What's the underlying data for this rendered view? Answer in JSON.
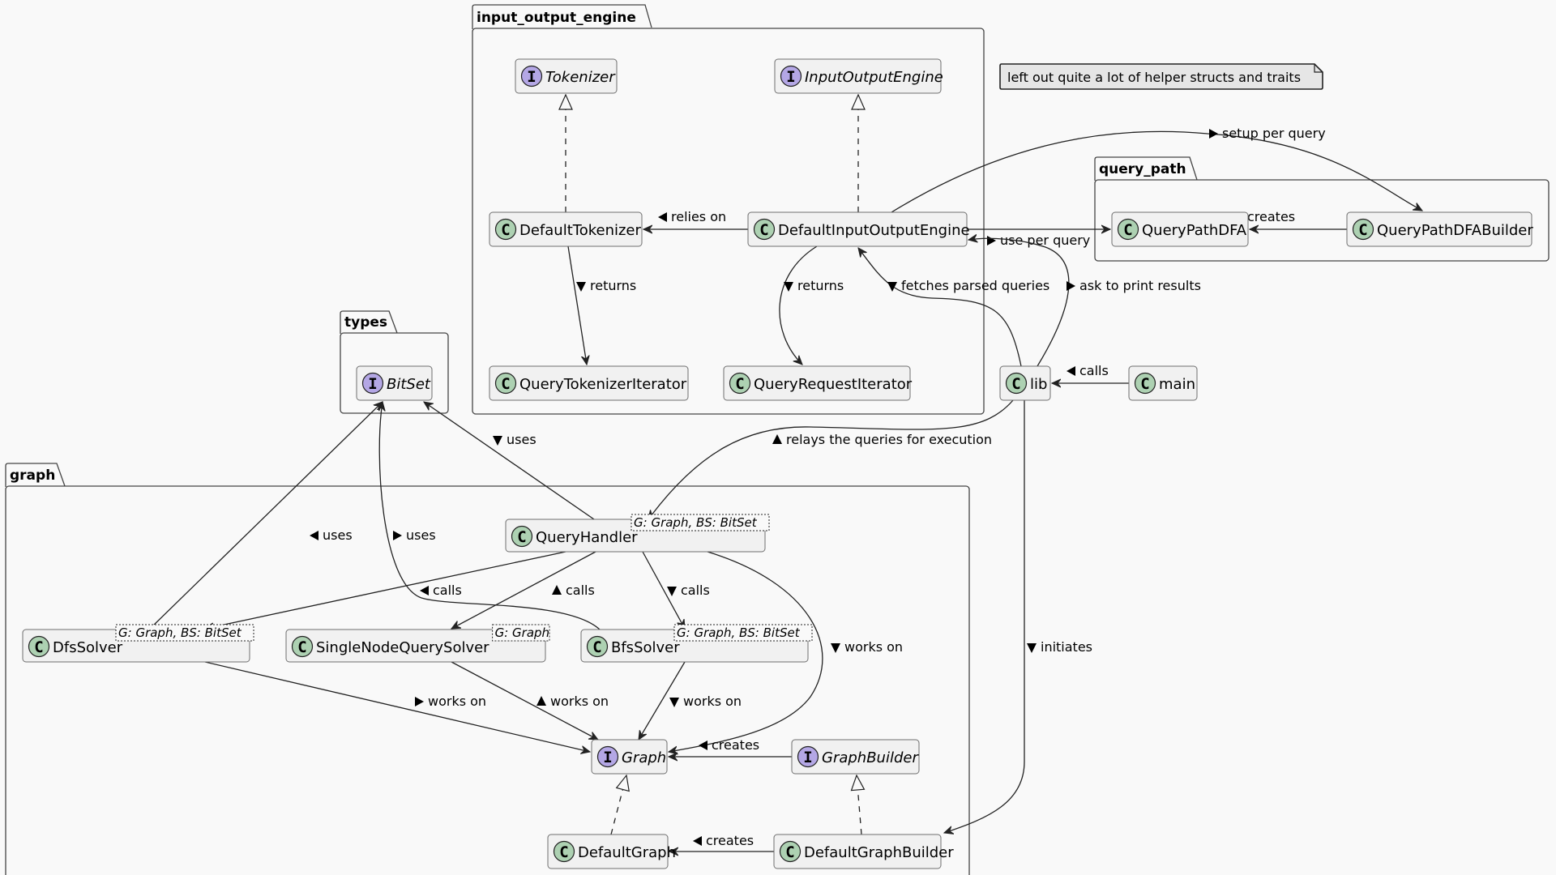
{
  "diagram": {
    "type": "uml-class-diagram",
    "background": "#f9f9f9",
    "colors": {
      "class_circle": "#add1b2",
      "interface_circle": "#b4a7e5",
      "node_fill": "#f1f1f1",
      "note_fill": "#e6e6e6"
    },
    "packages": {
      "input_output_engine": {
        "title": "input_output_engine"
      },
      "query_path": {
        "title": "query_path"
      },
      "types": {
        "title": "types"
      },
      "graph": {
        "title": "graph"
      }
    },
    "note": {
      "text": "left out quite a lot of helper structs and traits"
    },
    "nodes": {
      "tokenizer": {
        "kind": "interface",
        "glyph": "I",
        "name": "Tokenizer"
      },
      "input_output_engine_iface": {
        "kind": "interface",
        "glyph": "I",
        "name": "InputOutputEngine"
      },
      "default_tokenizer": {
        "kind": "class",
        "glyph": "C",
        "name": "DefaultTokenizer"
      },
      "default_input_output_engine": {
        "kind": "class",
        "glyph": "C",
        "name": "DefaultInputOutputEngine"
      },
      "query_tokenizer_iterator": {
        "kind": "class",
        "glyph": "C",
        "name": "QueryTokenizerIterator"
      },
      "query_request_iterator": {
        "kind": "class",
        "glyph": "C",
        "name": "QueryRequestIterator"
      },
      "query_path_dfa": {
        "kind": "class",
        "glyph": "C",
        "name": "QueryPathDFA"
      },
      "query_path_dfa_builder": {
        "kind": "class",
        "glyph": "C",
        "name": "QueryPathDFABuilder"
      },
      "bitset": {
        "kind": "interface",
        "glyph": "I",
        "name": "BitSet"
      },
      "lib": {
        "kind": "class",
        "glyph": "C",
        "name": "lib"
      },
      "main": {
        "kind": "class",
        "glyph": "C",
        "name": "main"
      },
      "query_handler": {
        "kind": "class",
        "glyph": "C",
        "name": "QueryHandler",
        "generics": "G: Graph, BS: BitSet"
      },
      "dfs_solver": {
        "kind": "class",
        "glyph": "C",
        "name": "DfsSolver",
        "generics": "G: Graph, BS: BitSet"
      },
      "single_node_query_solver": {
        "kind": "class",
        "glyph": "C",
        "name": "SingleNodeQuerySolver",
        "generics": "G: Graph"
      },
      "bfs_solver": {
        "kind": "class",
        "glyph": "C",
        "name": "BfsSolver",
        "generics": "G: Graph, BS: BitSet"
      },
      "graph": {
        "kind": "interface",
        "glyph": "I",
        "name": "Graph"
      },
      "graph_builder": {
        "kind": "interface",
        "glyph": "I",
        "name": "GraphBuilder"
      },
      "default_graph": {
        "kind": "class",
        "glyph": "C",
        "name": "DefaultGraph"
      },
      "default_graph_builder": {
        "kind": "class",
        "glyph": "C",
        "name": "DefaultGraphBuilder"
      }
    },
    "edges": [
      {
        "id": "e1",
        "from": "default_tokenizer",
        "to": "tokenizer",
        "type": "realization",
        "label": ""
      },
      {
        "id": "e2",
        "from": "default_input_output_engine",
        "to": "input_output_engine_iface",
        "type": "realization",
        "label": ""
      },
      {
        "id": "e3",
        "from": "default_input_output_engine",
        "to": "default_tokenizer",
        "type": "association",
        "label": "relies on",
        "dir": "left"
      },
      {
        "id": "e4",
        "from": "default_tokenizer",
        "to": "query_tokenizer_iterator",
        "type": "association",
        "label": "returns",
        "dir": "down"
      },
      {
        "id": "e5",
        "from": "default_input_output_engine",
        "to": "query_request_iterator",
        "type": "association",
        "label": "returns",
        "dir": "down"
      },
      {
        "id": "e6",
        "from": "default_input_output_engine",
        "to": "query_path_dfa_builder",
        "type": "association",
        "label": "setup per query",
        "dir": "right"
      },
      {
        "id": "e7",
        "from": "default_input_output_engine",
        "to": "query_path_dfa",
        "type": "association",
        "label": "use per query",
        "dir": "right"
      },
      {
        "id": "e8",
        "from": "query_path_dfa_builder",
        "to": "query_path_dfa",
        "type": "association",
        "label": "creates",
        "dir": "left"
      },
      {
        "id": "e9",
        "from": "lib",
        "to": "default_input_output_engine",
        "type": "association",
        "label": "fetches parsed queries",
        "dir": "down"
      },
      {
        "id": "e10",
        "from": "lib",
        "to": "default_input_output_engine",
        "type": "association",
        "label": "ask to print results",
        "dir": "right"
      },
      {
        "id": "e11",
        "from": "main",
        "to": "lib",
        "type": "association",
        "label": "calls",
        "dir": "left"
      },
      {
        "id": "e12",
        "from": "lib",
        "to": "query_handler",
        "type": "association",
        "label": "relays the queries for execution",
        "dir": "up"
      },
      {
        "id": "e13",
        "from": "query_handler",
        "to": "bitset",
        "type": "association",
        "label": "uses",
        "dir": "down"
      },
      {
        "id": "e14",
        "from": "dfs_solver",
        "to": "bitset",
        "type": "association",
        "label": "uses",
        "dir": "left"
      },
      {
        "id": "e15",
        "from": "bfs_solver",
        "to": "bitset",
        "type": "association",
        "label": "uses",
        "dir": "right"
      },
      {
        "id": "e16",
        "from": "query_handler",
        "to": "dfs_solver",
        "type": "association",
        "label": "calls",
        "dir": "left"
      },
      {
        "id": "e17",
        "from": "query_handler",
        "to": "single_node_query_solver",
        "type": "association",
        "label": "calls",
        "dir": "up"
      },
      {
        "id": "e18",
        "from": "query_handler",
        "to": "bfs_solver",
        "type": "association",
        "label": "calls",
        "dir": "down"
      },
      {
        "id": "e19",
        "from": "query_handler",
        "to": "graph",
        "type": "association",
        "label": "works on",
        "dir": "down"
      },
      {
        "id": "e20",
        "from": "dfs_solver",
        "to": "graph",
        "type": "association",
        "label": "works on",
        "dir": "right"
      },
      {
        "id": "e21",
        "from": "single_node_query_solver",
        "to": "graph",
        "type": "association",
        "label": "works on",
        "dir": "up"
      },
      {
        "id": "e22",
        "from": "bfs_solver",
        "to": "graph",
        "type": "association",
        "label": "works on",
        "dir": "down"
      },
      {
        "id": "e23",
        "from": "graph_builder",
        "to": "graph",
        "type": "association",
        "label": "creates",
        "dir": "left"
      },
      {
        "id": "e24",
        "from": "default_graph",
        "to": "graph",
        "type": "realization",
        "label": ""
      },
      {
        "id": "e25",
        "from": "default_graph_builder",
        "to": "graph_builder",
        "type": "realization",
        "label": ""
      },
      {
        "id": "e26",
        "from": "default_graph_builder",
        "to": "default_graph",
        "type": "association",
        "label": "creates",
        "dir": "left"
      },
      {
        "id": "e27",
        "from": "lib",
        "to": "default_graph_builder",
        "type": "association",
        "label": "initiates",
        "dir": "down"
      }
    ]
  }
}
